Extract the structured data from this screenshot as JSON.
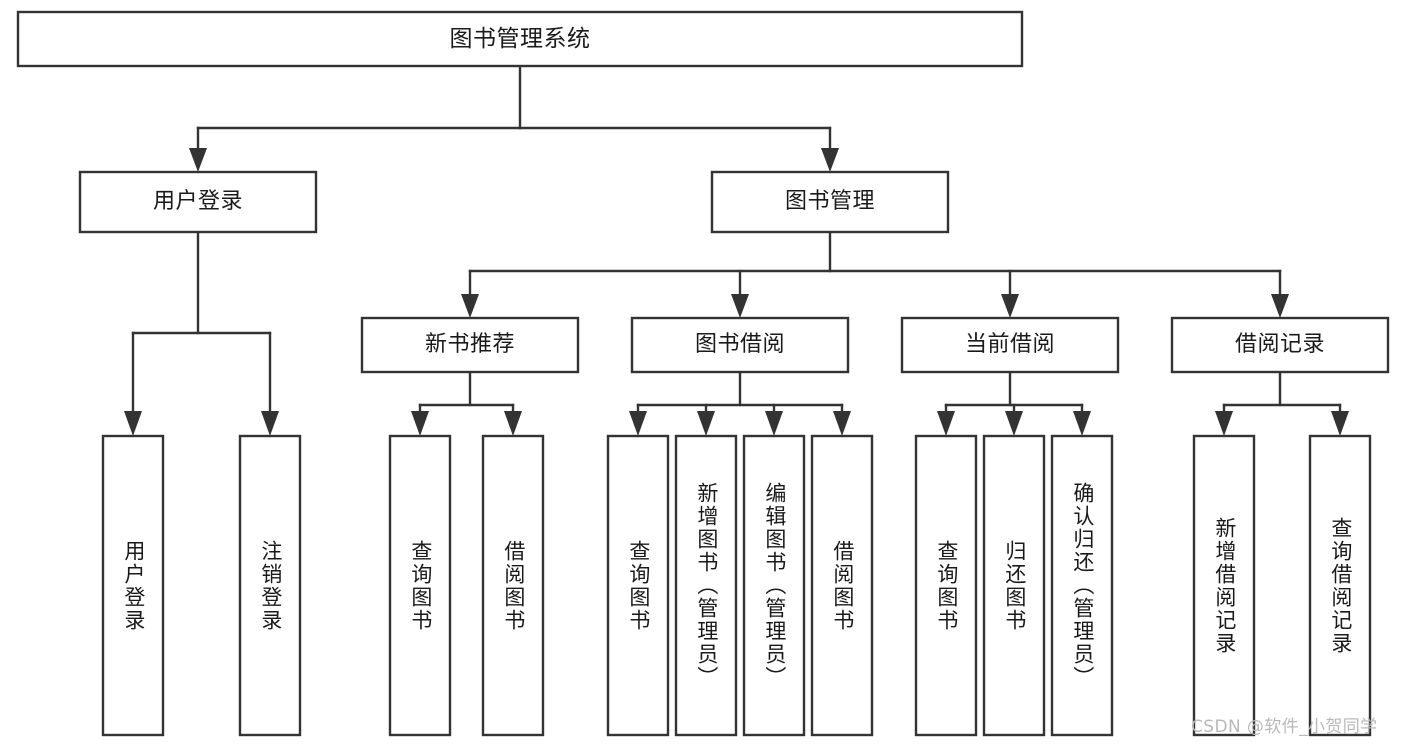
{
  "diagram": {
    "type": "tree-hierarchy",
    "orientation": "top-down",
    "root": {
      "id": "root",
      "label": "图书管理系统"
    },
    "level2": [
      {
        "id": "user-login",
        "label": "用户登录"
      },
      {
        "id": "book-manage",
        "label": "图书管理"
      }
    ],
    "level3": [
      {
        "id": "new-book-rec",
        "label": "新书推荐",
        "parent": "book-manage"
      },
      {
        "id": "book-borrow",
        "label": "图书借阅",
        "parent": "book-manage"
      },
      {
        "id": "current-borrow",
        "label": "当前借阅",
        "parent": "book-manage"
      },
      {
        "id": "borrow-record",
        "label": "借阅记录",
        "parent": "book-manage"
      }
    ],
    "leaves": [
      {
        "id": "leaf-user-login",
        "label": "用户登录",
        "parent": "user-login"
      },
      {
        "id": "leaf-logout",
        "label": "注销登录",
        "parent": "user-login"
      },
      {
        "id": "leaf-query-book-1",
        "label": "查询图书",
        "parent": "new-book-rec"
      },
      {
        "id": "leaf-borrow-book-1",
        "label": "借阅图书",
        "parent": "new-book-rec"
      },
      {
        "id": "leaf-query-book-2",
        "label": "查询图书",
        "parent": "book-borrow"
      },
      {
        "id": "leaf-add-book",
        "label": "新增图书（管理员）",
        "parent": "book-borrow"
      },
      {
        "id": "leaf-edit-book",
        "label": "编辑图书（管理员）",
        "parent": "book-borrow"
      },
      {
        "id": "leaf-borrow-book-2",
        "label": "借阅图书",
        "parent": "book-borrow"
      },
      {
        "id": "leaf-query-book-3",
        "label": "查询图书",
        "parent": "current-borrow"
      },
      {
        "id": "leaf-return-book",
        "label": "归还图书",
        "parent": "current-borrow"
      },
      {
        "id": "leaf-confirm-return",
        "label": "确认归还（管理员）",
        "parent": "current-borrow"
      },
      {
        "id": "leaf-add-record",
        "label": "新增借阅记录",
        "parent": "borrow-record"
      },
      {
        "id": "leaf-query-record",
        "label": "查询借阅记录",
        "parent": "borrow-record"
      }
    ],
    "colors": {
      "stroke": "#333333",
      "fill": "#ffffff",
      "text": "#1a1a1a",
      "background": "#ffffff",
      "watermark": "#b9b9b9"
    }
  },
  "watermark": {
    "text": "CSDN @软件_小贺同学"
  }
}
